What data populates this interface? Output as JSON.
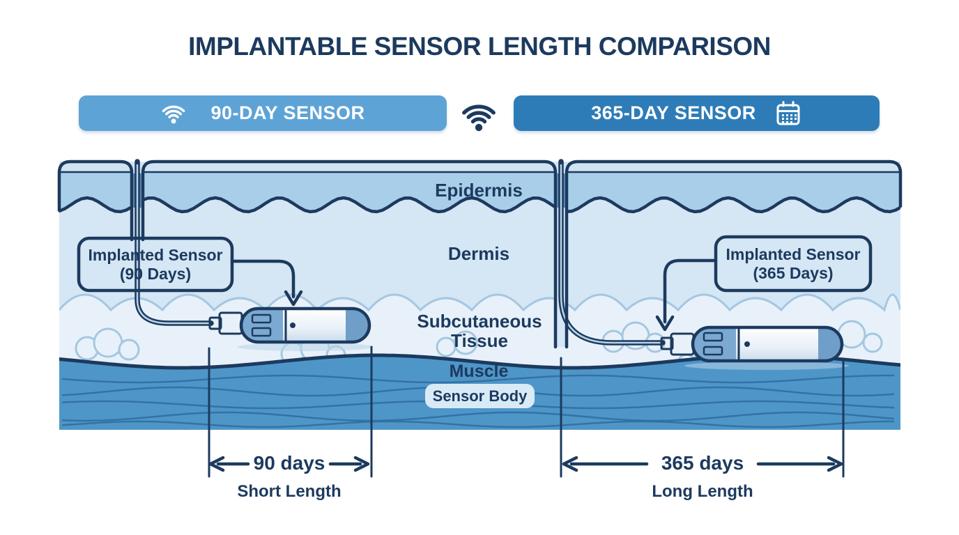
{
  "title": "IMPLANTABLE SENSOR LENGTH COMPARISON",
  "header": {
    "left_badge": {
      "label": "90-DAY SENSOR",
      "icon": "wifi-icon"
    },
    "divider_icon": "wifi-icon",
    "right_badge": {
      "label": "365-DAY SENSOR",
      "icon": "calendar-icon"
    }
  },
  "diagram": {
    "layer_labels": {
      "epidermis": "Epidermis",
      "dermis": "Dermis",
      "subcutaneous": "Subcutaneous Tissue",
      "muscle": "Muscle",
      "sensor_body": "Sensor Body"
    },
    "callouts": {
      "left": {
        "line1": "Implanted Sensor",
        "line2": "(90 Days)"
      },
      "right": {
        "line1": "Implanted Sensor",
        "line2": "(365 Days)"
      }
    }
  },
  "dimensions": {
    "left": {
      "value": "90 days",
      "label": "Short Length"
    },
    "right": {
      "value": "365 days",
      "label": "Long Length"
    }
  },
  "colors": {
    "navy": "#1c3a5e",
    "badge_left": "#5ea3d6",
    "badge_right": "#2e7cb7",
    "epidermis": "#a9cee9",
    "dermis": "#d5e6f4",
    "subcutaneous": "#e8f1f9",
    "muscle": "#4f96c8",
    "muscle_line": "#2e6ca0",
    "cloud": "#a4c7e2",
    "pill_bg": "#d9eaf7",
    "top_strip": "#cfe3f2",
    "sensor_cap": "#7ca9d1",
    "sensor_tip": "#6f9fc9",
    "sensor_connector": "#97bbdb",
    "channel_band": "#4d80b0",
    "wire_core": "#b9d2e8"
  }
}
